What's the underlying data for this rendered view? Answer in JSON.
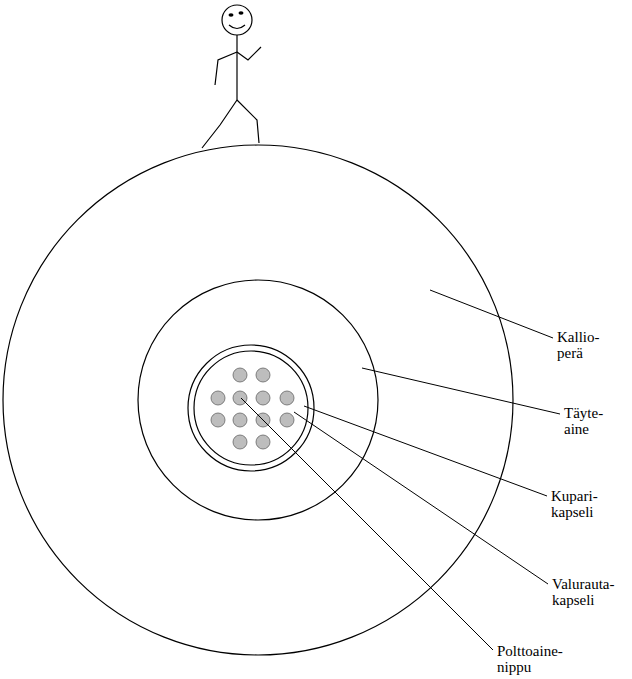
{
  "diagram": {
    "labels": [
      "Kallio- perä",
      "Täyte- aine",
      "Kupari- kapseli",
      "Valurauta- kapseli",
      "Polttoaine- nippu"
    ]
  }
}
